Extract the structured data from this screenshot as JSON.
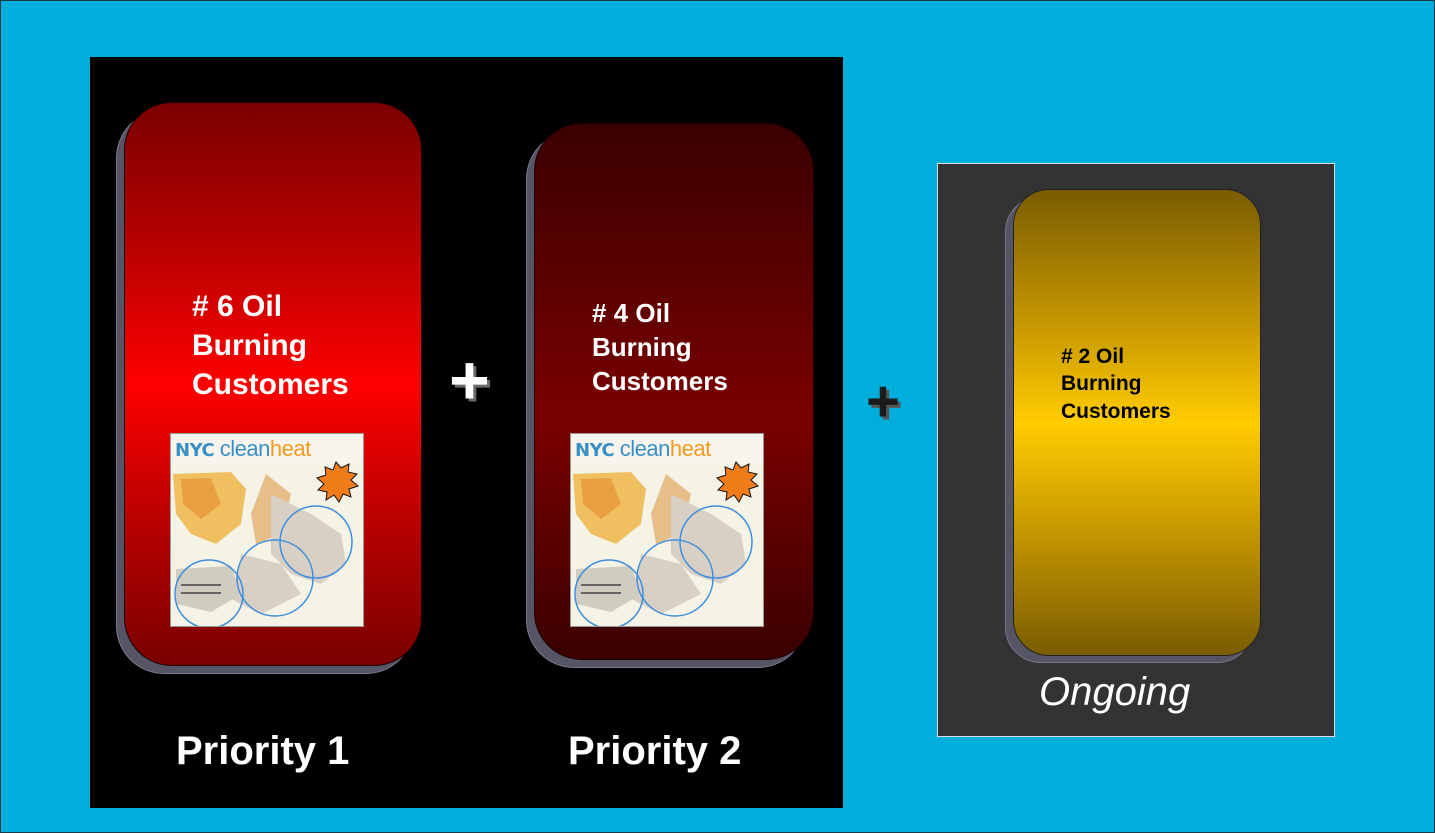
{
  "cards": [
    {
      "line1": "# 6 Oil",
      "line2": "Burning",
      "line3": "Customers",
      "label": "Priority 1"
    },
    {
      "line1": "# 4 Oil",
      "line2": "Burning",
      "line3": "Customers",
      "label": "Priority 2"
    },
    {
      "line1": "# 2 Oil",
      "line2": "Burning",
      "line3": "Customers",
      "label": "Ongoing"
    }
  ],
  "operators": {
    "plus": "+"
  },
  "map_brand": {
    "part1": "NYC",
    "part2": "clean",
    "part3": "heat"
  },
  "colors": {
    "background": "#00aedb",
    "priority1": "#ff0000",
    "priority2": "#7a0000",
    "ongoing": "#ffcc00"
  }
}
